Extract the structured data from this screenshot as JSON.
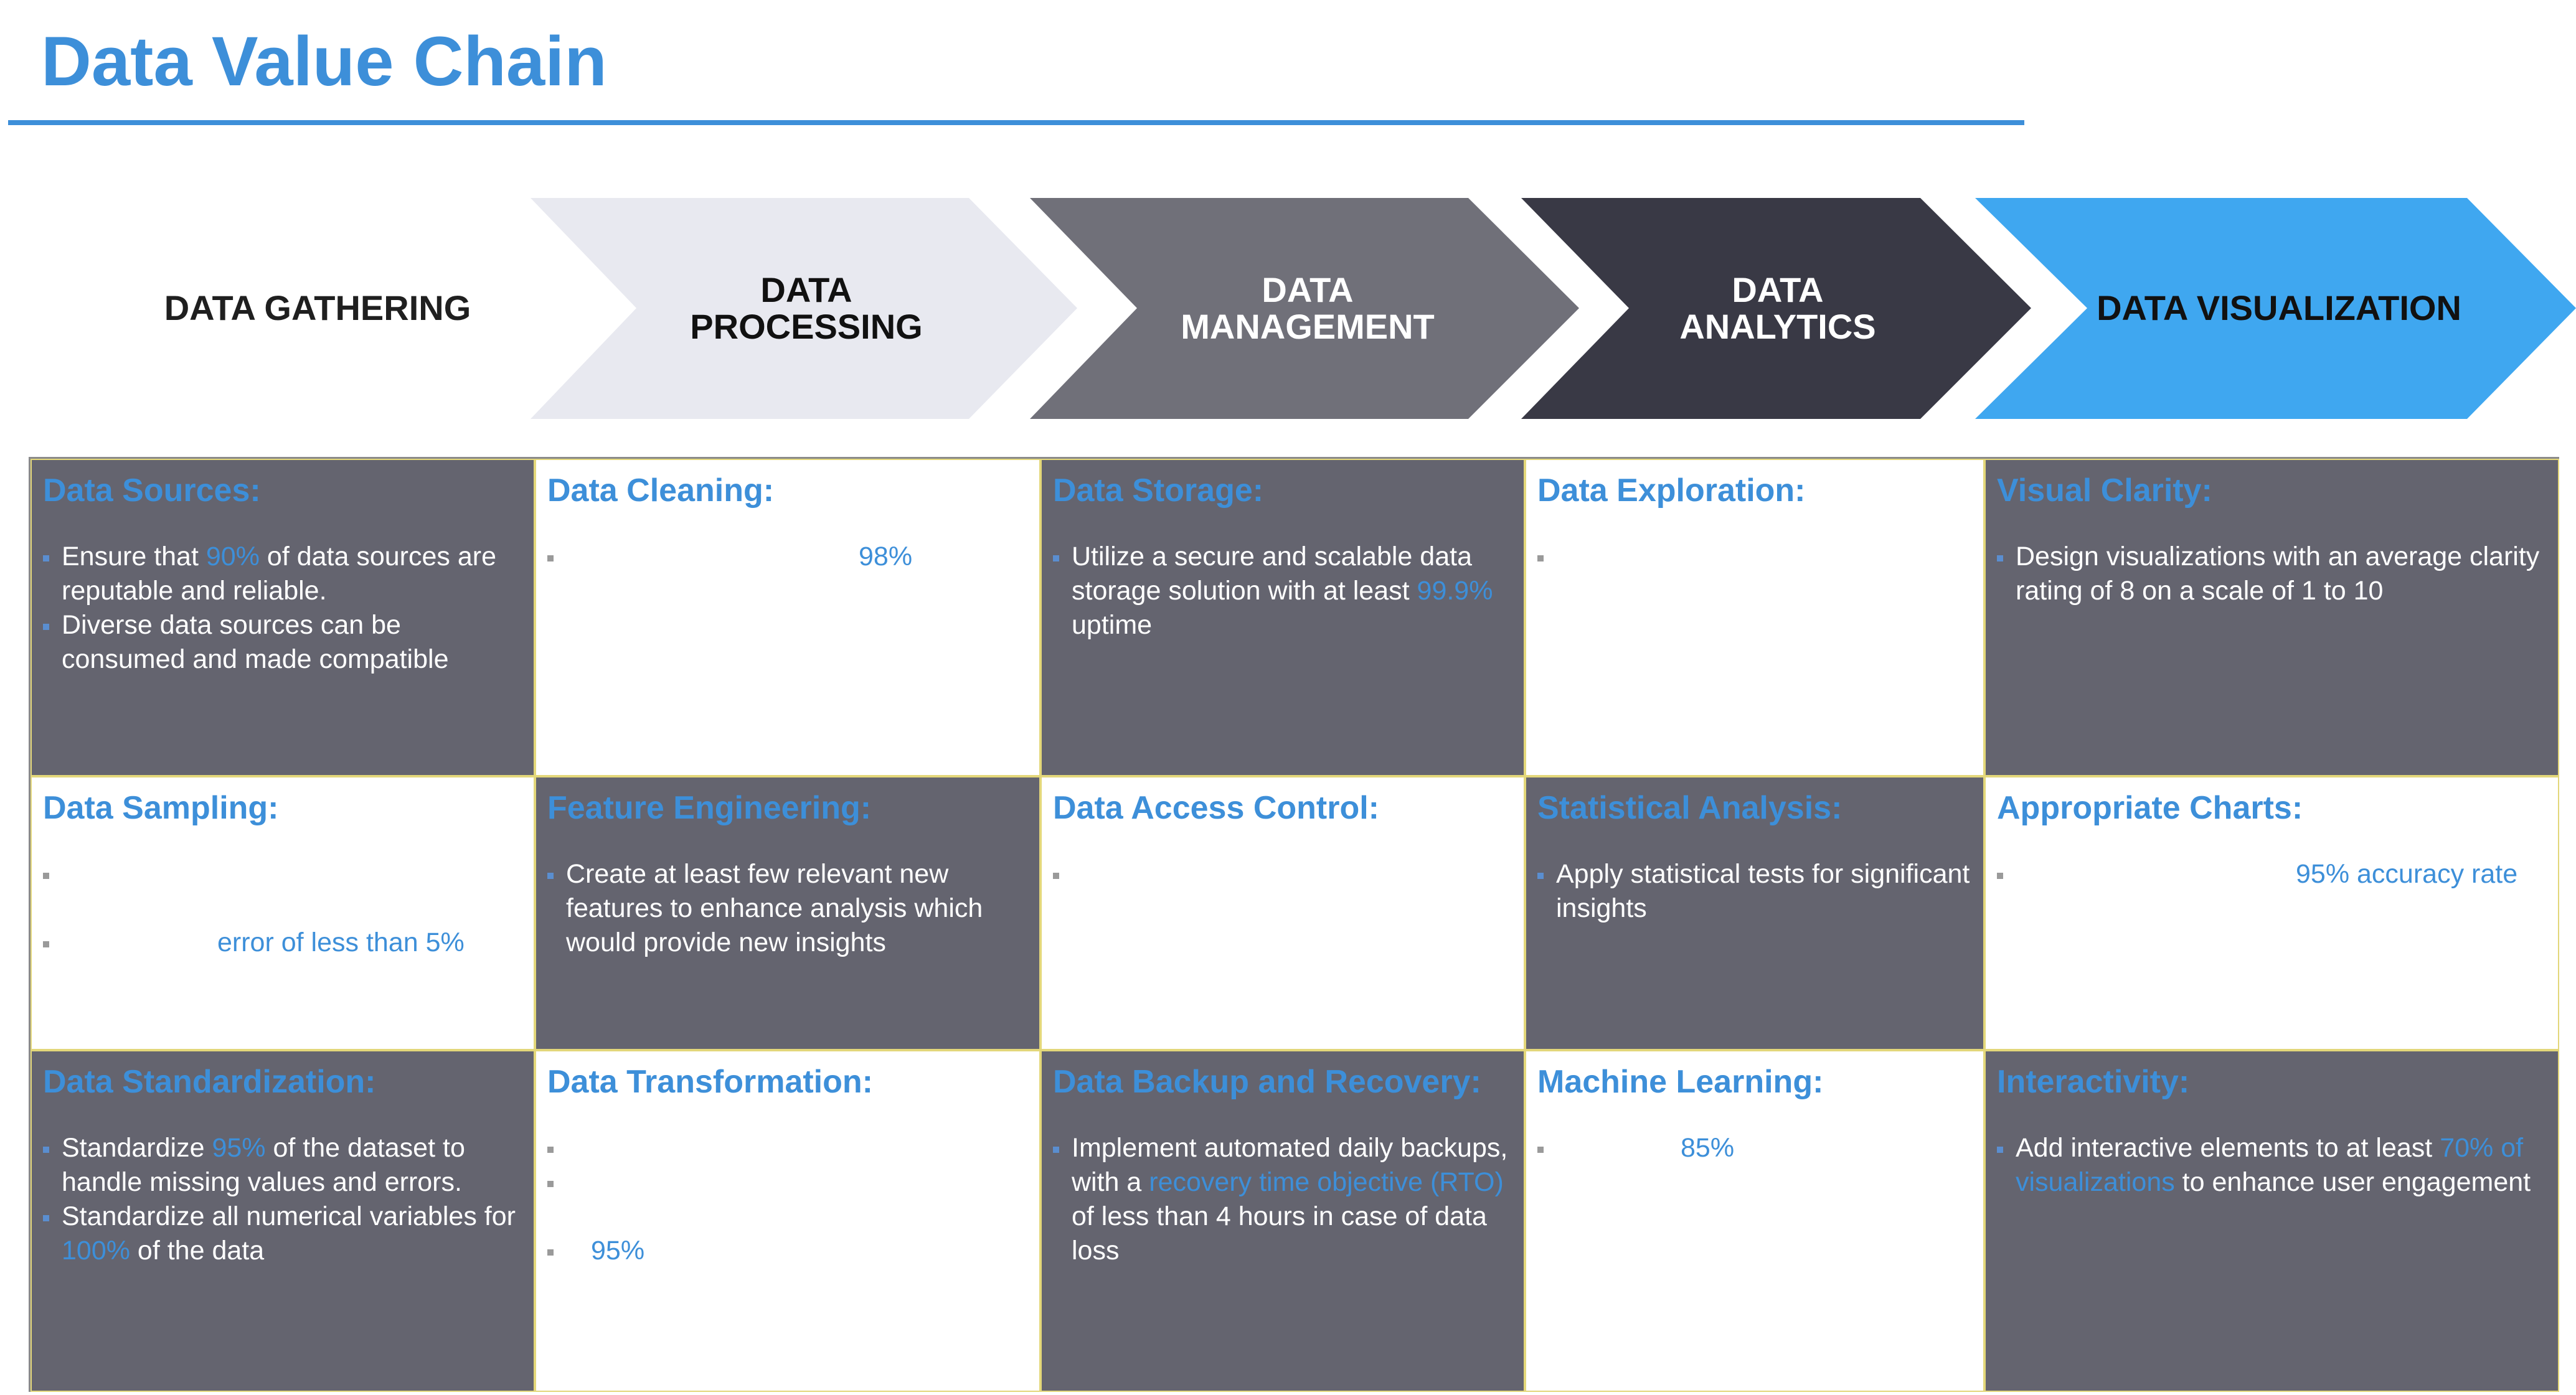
{
  "title": "Data Value Chain",
  "colors": {
    "accent": "#3D8FD9",
    "dark_cell": "#64646F",
    "stage_processing": "#E8E9F0",
    "stage_management": "#707079",
    "stage_analytics": "#393945",
    "stage_visualization": "#3FA7F0"
  },
  "stages": [
    {
      "label": "DATA GATHERING"
    },
    {
      "label": "DATA PROCESSING"
    },
    {
      "label": "DATA MANAGEMENT"
    },
    {
      "label": "DATA ANALYTICS"
    },
    {
      "label": "DATA VISUALIZATION"
    }
  ],
  "rows": [
    [
      {
        "title": "Data Sources:",
        "items": [
          [
            {
              "t": "Ensure that "
            },
            {
              "t": "90%",
              "hl": true
            },
            {
              "t": " of data sources are reputable and reliable."
            }
          ],
          [
            {
              "t": "Diverse data sources can be consumed and made compatible"
            }
          ]
        ]
      },
      {
        "title": "Data Cleaning:",
        "items": [
          [
            {
              "t": "98%",
              "hl": true
            }
          ]
        ]
      },
      {
        "title": "Data Storage:",
        "items": [
          [
            {
              "t": "Utilize a secure and scalable data storage solution with at least "
            },
            {
              "t": "99.9%",
              "hl": true
            },
            {
              "t": " uptime"
            }
          ]
        ]
      },
      {
        "title": "Data Exploration:",
        "items": [
          []
        ]
      },
      {
        "title": "Visual Clarity:",
        "items": [
          [
            {
              "t": "Design visualizations with an average clarity rating of 8 on a scale of 1 to 10"
            }
          ]
        ]
      }
    ],
    [
      {
        "title": "Data Sampling:",
        "items": [
          [],
          [
            {
              "t": "error of less than 5%",
              "hl": true
            }
          ]
        ]
      },
      {
        "title": "Feature Engineering:",
        "items": [
          [
            {
              "t": "Create at least few relevant new features to enhance analysis which would provide new insights"
            }
          ]
        ]
      },
      {
        "title": "Data Access Control:",
        "items": [
          []
        ]
      },
      {
        "title": "Statistical Analysis:",
        "items": [
          [
            {
              "t": "Apply statistical tests for significant insights"
            }
          ]
        ]
      },
      {
        "title": "Appropriate Charts:",
        "items": [
          [
            {
              "t": "95% accuracy rate",
              "hl": true
            }
          ]
        ]
      }
    ],
    [
      {
        "title": "Data Standardization:",
        "items": [
          [
            {
              "t": "Standardize "
            },
            {
              "t": "95%",
              "hl": true
            },
            {
              "t": " of the dataset to handle missing values and errors."
            }
          ],
          [
            {
              "t": "Standardize all numerical variables for "
            },
            {
              "t": "100%",
              "hl": true
            },
            {
              "t": " of the data"
            }
          ]
        ]
      },
      {
        "title": "Data Transformation:",
        "items": [
          [],
          [],
          [
            {
              "t": "95%",
              "hl": true
            }
          ]
        ]
      },
      {
        "title": "Data Backup and Recovery:",
        "items": [
          [
            {
              "t": "Implement automated daily backups, with a "
            },
            {
              "t": "recovery time objective (RTO)",
              "hl": true
            },
            {
              "t": " of less than 4 hours in case of data loss"
            }
          ]
        ]
      },
      {
        "title": "Machine Learning:",
        "items": [
          [
            {
              "t": "85%",
              "hl": true
            }
          ]
        ]
      },
      {
        "title": "Interactivity:",
        "items": [
          [
            {
              "t": "Add interactive elements to at least "
            },
            {
              "t": "70% of visualizations",
              "hl": true
            },
            {
              "t": " to enhance user engagement"
            }
          ]
        ]
      }
    ]
  ]
}
